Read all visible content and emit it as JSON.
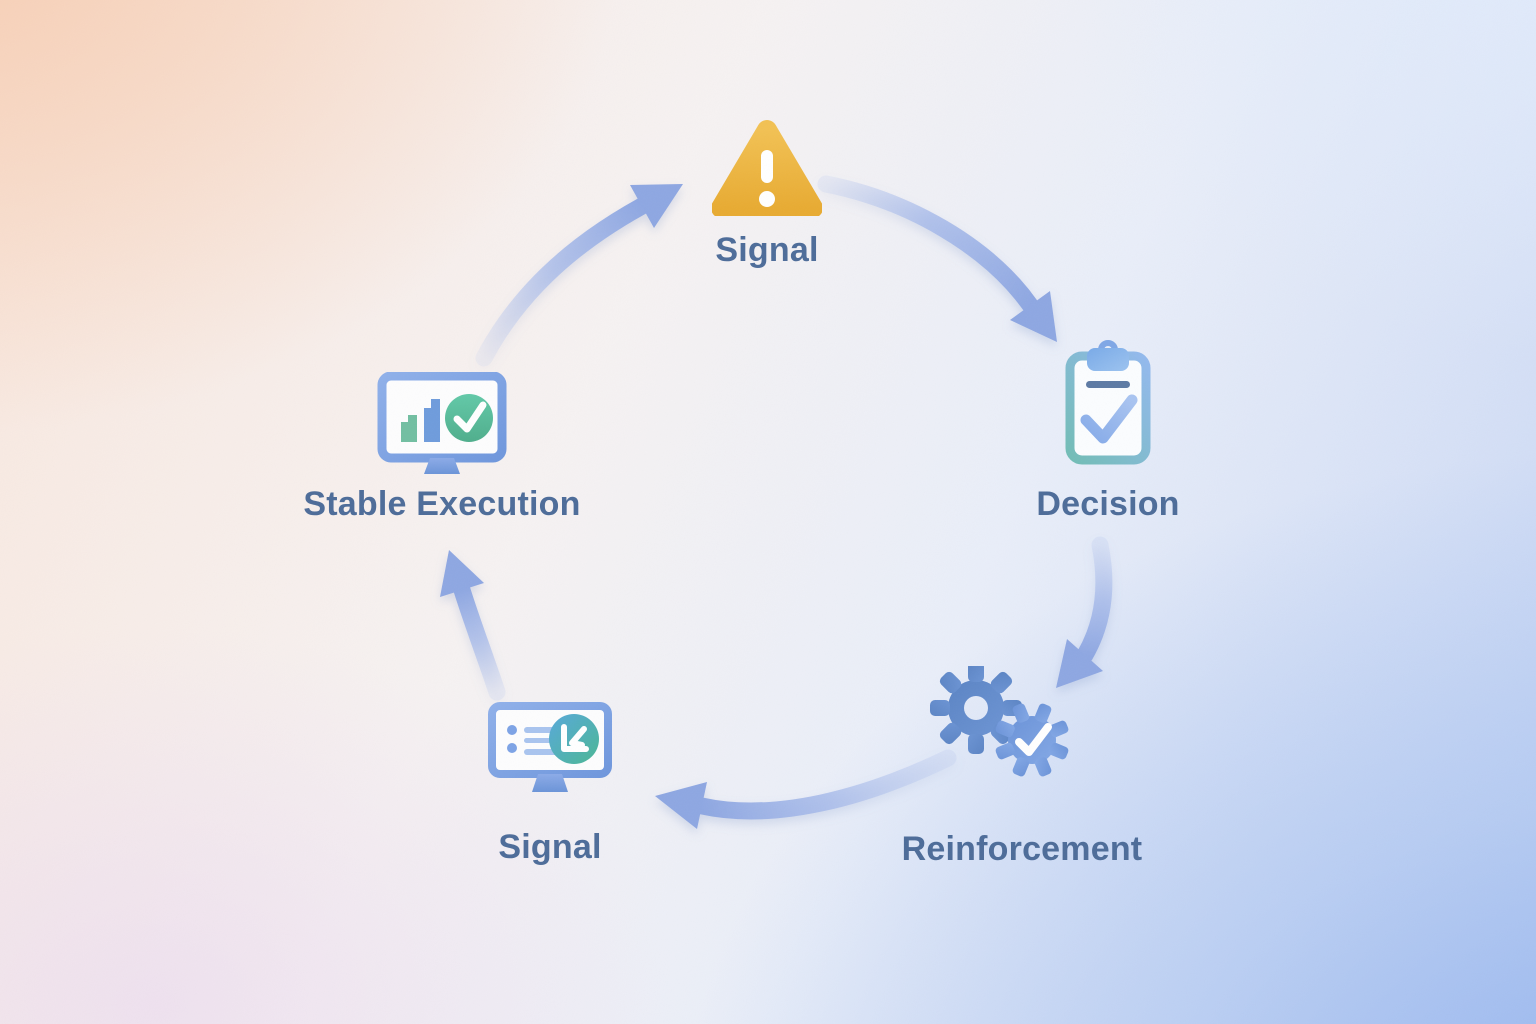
{
  "diagram": {
    "type": "cycle",
    "direction": "clockwise",
    "nodes": [
      {
        "id": "signal-top",
        "label": "Signal",
        "icon": "warning-triangle-icon"
      },
      {
        "id": "decision",
        "label": "Decision",
        "icon": "clipboard-check-icon"
      },
      {
        "id": "reinforcement",
        "label": "Reinforcement",
        "icon": "gears-check-icon"
      },
      {
        "id": "signal-bottom",
        "label": "Signal",
        "icon": "monitor-report-icon"
      },
      {
        "id": "stable-execution",
        "label": "Stable Execution",
        "icon": "monitor-chart-check-icon"
      }
    ],
    "arrows": [
      {
        "from": "signal-top",
        "to": "decision"
      },
      {
        "from": "decision",
        "to": "reinforcement"
      },
      {
        "from": "reinforcement",
        "to": "signal-bottom"
      },
      {
        "from": "signal-bottom",
        "to": "stable-execution"
      },
      {
        "from": "stable-execution",
        "to": "signal-top"
      }
    ]
  },
  "colors": {
    "label_text": "#4d6c99",
    "arrow_blue": "#8ea7e2",
    "warning_amber": "#edb73e",
    "clipboard_bar_dark": "#5d7aa4",
    "gear_blue_dark": "#5d86c5",
    "gear_blue_light": "#6b93d8",
    "success_green": "#55b693",
    "bar_teal": "#72bfa2",
    "bar_blue": "#6f9cdc",
    "bullet_blue": "#7da3e6",
    "line_blue": "#a9c4ef",
    "monitor_frame": "#7fa2e5",
    "bg_peach": "#f7cdb2",
    "bg_blue": "#a9c3ef",
    "bg_lavender": "#e9d8ee",
    "white": "#ffffff"
  }
}
